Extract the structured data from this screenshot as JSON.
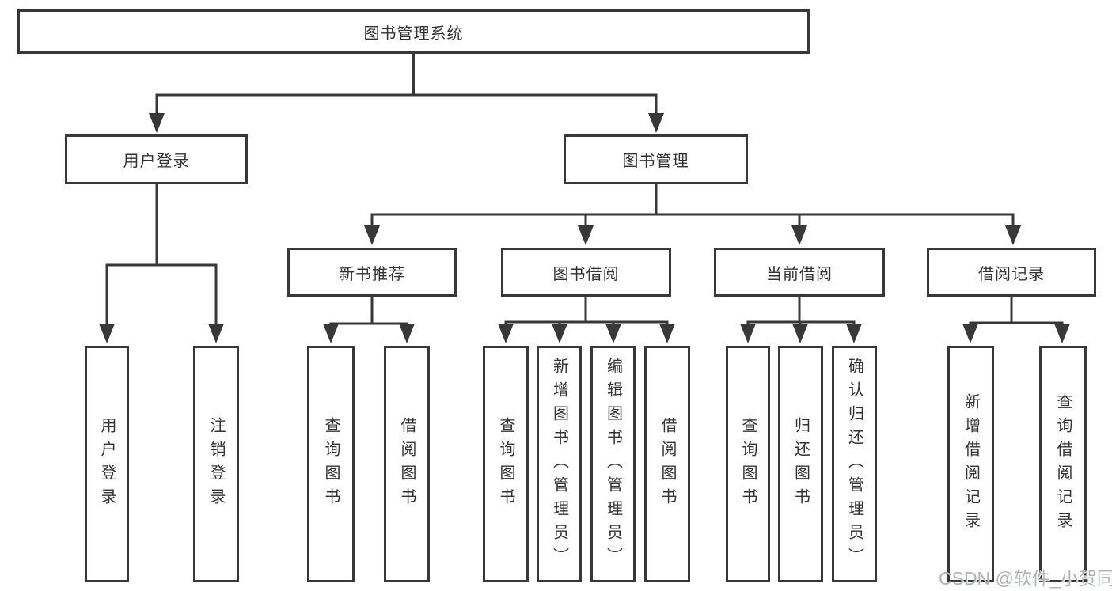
{
  "diagram": {
    "root": {
      "label": "图书管理系统"
    },
    "user_login": {
      "label": "用户登录",
      "children": [
        {
          "label": "用户登录"
        },
        {
          "label": "注销登录"
        }
      ]
    },
    "book_management": {
      "label": "图书管理",
      "sections": [
        {
          "label": "新书推荐",
          "children": [
            {
              "label": "查询图书"
            },
            {
              "label": "借阅图书"
            }
          ]
        },
        {
          "label": "图书借阅",
          "children": [
            {
              "label": "查询图书"
            },
            {
              "label": "新增图书（管理员）"
            },
            {
              "label": "编辑图书（管理员）"
            },
            {
              "label": "借阅图书"
            }
          ]
        },
        {
          "label": "当前借阅",
          "children": [
            {
              "label": "查询图书"
            },
            {
              "label": "归还图书"
            },
            {
              "label": "确认归还（管理员）"
            }
          ]
        },
        {
          "label": "借阅记录",
          "children": [
            {
              "label": "新增借阅记录"
            },
            {
              "label": "查询借阅记录"
            }
          ]
        }
      ]
    }
  },
  "watermark": {
    "text": "CSDN @软件_小贺同学"
  },
  "colors": {
    "line": "#383838",
    "text": "#333333",
    "background": "#ffffff",
    "watermark": "#aeb3b8"
  }
}
